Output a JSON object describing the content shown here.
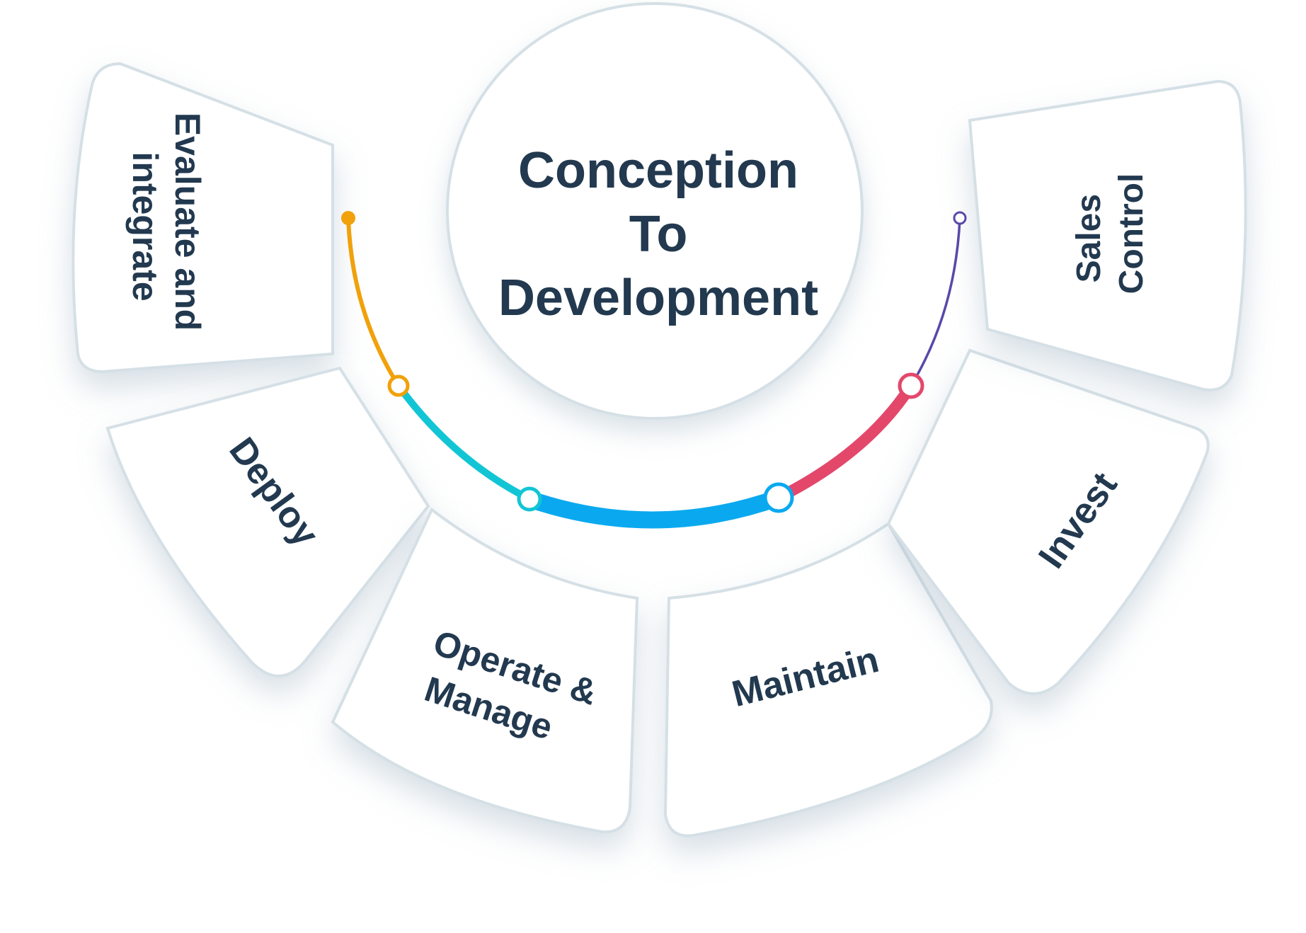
{
  "center": {
    "title_line1": "Conception",
    "title_line2": "To",
    "title_line3": "Development"
  },
  "segments": [
    {
      "id": "evaluate",
      "line1": "Evaluate and",
      "line2": "integrate"
    },
    {
      "id": "deploy",
      "line1": "Deploy"
    },
    {
      "id": "operate",
      "line1": "Operate &",
      "line2": "Manage"
    },
    {
      "id": "maintain",
      "line1": "Maintain"
    },
    {
      "id": "invest",
      "line1": "Invest"
    },
    {
      "id": "sales",
      "line1": "Sales",
      "line2": "Control"
    }
  ],
  "colors": {
    "text": "#22394f",
    "arc_orange": "#f0a10b",
    "arc_teal": "#12c5d5",
    "arc_blue": "#0aa9ef",
    "arc_red": "#e3486b",
    "arc_purple": "#5948a8",
    "card_fill": "#ffffff",
    "card_edge": "#d5e0e6"
  }
}
